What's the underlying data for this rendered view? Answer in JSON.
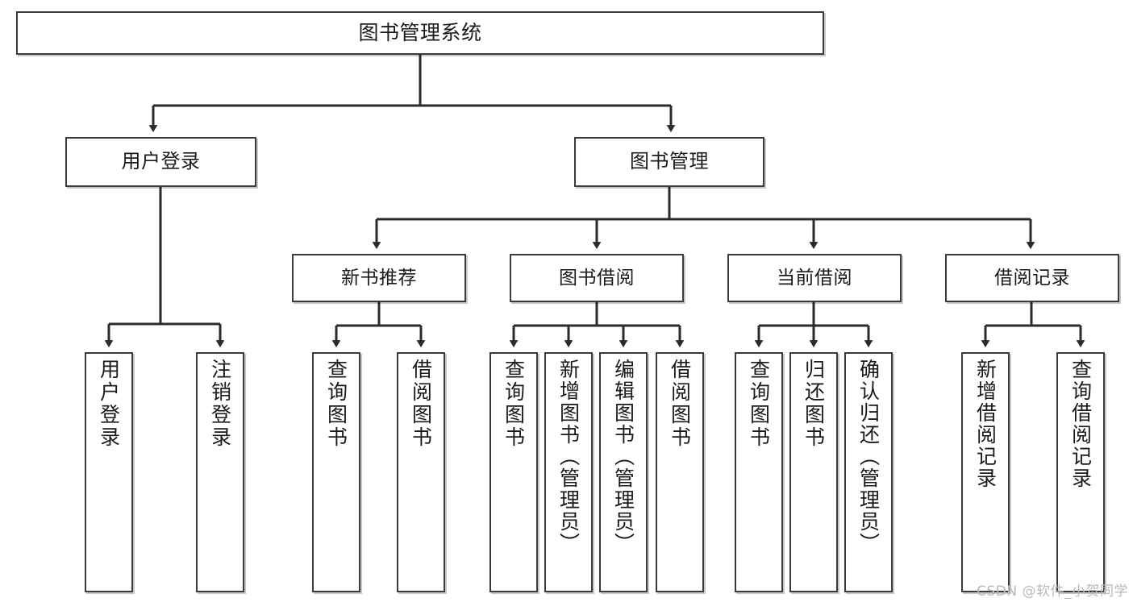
{
  "diagram": {
    "type": "tree-hierarchy",
    "title": "图书管理系统",
    "watermark": "CSDN @软件_小贺同学",
    "colors": {
      "background": "#ffffff",
      "box_border": "#3b3b3b",
      "box_fill": "#ffffff",
      "connector": "#2b2b2b",
      "text": "#1a1a1a",
      "watermark": "#b9b9b9"
    },
    "nodes": {
      "root": {
        "label": "图书管理系统"
      },
      "level2": [
        {
          "id": "user-login",
          "label": "用户登录"
        },
        {
          "id": "book-manage",
          "label": "图书管理"
        }
      ],
      "level3": [
        {
          "id": "new-book-rec",
          "label": "新书推荐"
        },
        {
          "id": "book-borrow",
          "label": "图书借阅"
        },
        {
          "id": "current-borrow",
          "label": "当前借阅"
        },
        {
          "id": "borrow-record",
          "label": "借阅记录"
        }
      ],
      "leaves": [
        {
          "id": "leaf-user-login",
          "label": "用户登录",
          "parent": "user-login"
        },
        {
          "id": "leaf-user-logout",
          "label": "注销登录",
          "parent": "user-login"
        },
        {
          "id": "leaf-query-book-1",
          "label": "查询图书",
          "parent": "new-book-rec"
        },
        {
          "id": "leaf-borrow-book-1",
          "label": "借阅图书",
          "parent": "new-book-rec"
        },
        {
          "id": "leaf-query-book-2",
          "label": "查询图书",
          "parent": "book-borrow"
        },
        {
          "id": "leaf-add-book",
          "label": "新增图书（管理员）",
          "parent": "book-borrow"
        },
        {
          "id": "leaf-edit-book",
          "label": "编辑图书（管理员）",
          "parent": "book-borrow"
        },
        {
          "id": "leaf-borrow-book-2",
          "label": "借阅图书",
          "parent": "book-borrow"
        },
        {
          "id": "leaf-query-book-3",
          "label": "查询图书",
          "parent": "current-borrow"
        },
        {
          "id": "leaf-return-book",
          "label": "归还图书",
          "parent": "current-borrow"
        },
        {
          "id": "leaf-confirm-return",
          "label": "确认归还（管理员）",
          "parent": "current-borrow"
        },
        {
          "id": "leaf-add-record",
          "label": "新增借阅记录",
          "parent": "borrow-record"
        },
        {
          "id": "leaf-query-record",
          "label": "查询借阅记录",
          "parent": "borrow-record"
        }
      ]
    }
  }
}
